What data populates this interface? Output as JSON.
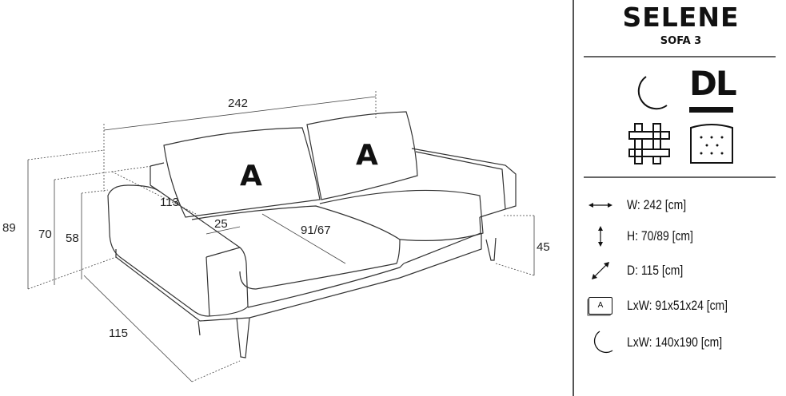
{
  "product": {
    "name": "SELENE",
    "subtitle": "SOFA 3"
  },
  "features": {
    "icons": [
      "sleep-function-moon-icon",
      "dl-icon",
      "woven-frame-icon",
      "pocket-spring-seat-icon"
    ],
    "dl_label": "DL"
  },
  "specs": [
    {
      "icon": "width-arrow-icon",
      "text": "W: 242 [cm]"
    },
    {
      "icon": "height-arrow-icon",
      "text": "H: 70/89 [cm]"
    },
    {
      "icon": "depth-arrow-icon",
      "text": "D: 115 [cm]"
    },
    {
      "icon": "cushion-a-icon",
      "icon_label": "A",
      "text": "LxW: 91x51x24 [cm]"
    },
    {
      "icon": "moon-icon",
      "text": "LxW: 140x190 [cm]"
    }
  ],
  "drawing": {
    "cushion_label": "A",
    "dimensions": {
      "width": "242",
      "height_back": "89",
      "height_arm": "70",
      "height_seat": "58",
      "leg_height": "45",
      "depth": "115",
      "seat_depth": "113",
      "arm_width": "25",
      "seat_width": "91/67"
    }
  }
}
